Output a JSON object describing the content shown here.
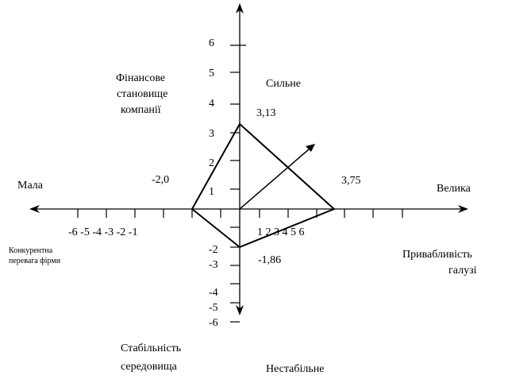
{
  "quadrant_labels": {
    "financial_strength": [
      "Фінансове",
      "становище",
      "компанії"
    ],
    "strong": "Сильне",
    "competitive_advantage": [
      "Конкурентна",
      "перевага фірми"
    ],
    "small": "Мала",
    "large": "Велика",
    "industry_attractiveness": [
      "Привабливість",
      "галузі"
    ],
    "environment_stability": [
      "Стабільність",
      "середовища"
    ],
    "unstable": "Нестабільне"
  },
  "axis_ticks": {
    "x_negative": "-6 -5 -4 -3 -2 -1",
    "x_positive": "1 2 3 4 5 6",
    "y_positive": [
      "6",
      "5",
      "4",
      "3",
      "2",
      "1"
    ],
    "y_negative": [
      "-2",
      "-3",
      "-4",
      "-5",
      "-6"
    ]
  },
  "points": {
    "financial_strength": {
      "value": 3.13,
      "label": "3,13"
    },
    "industry_attractiveness": {
      "value": 3.75,
      "label": "3,75"
    },
    "environment_stability": {
      "value": -1.86,
      "label": "-1,86"
    },
    "competitive_advantage": {
      "value": -2.0,
      "label": "-2,0"
    }
  },
  "colors": {
    "line": "#000000"
  }
}
